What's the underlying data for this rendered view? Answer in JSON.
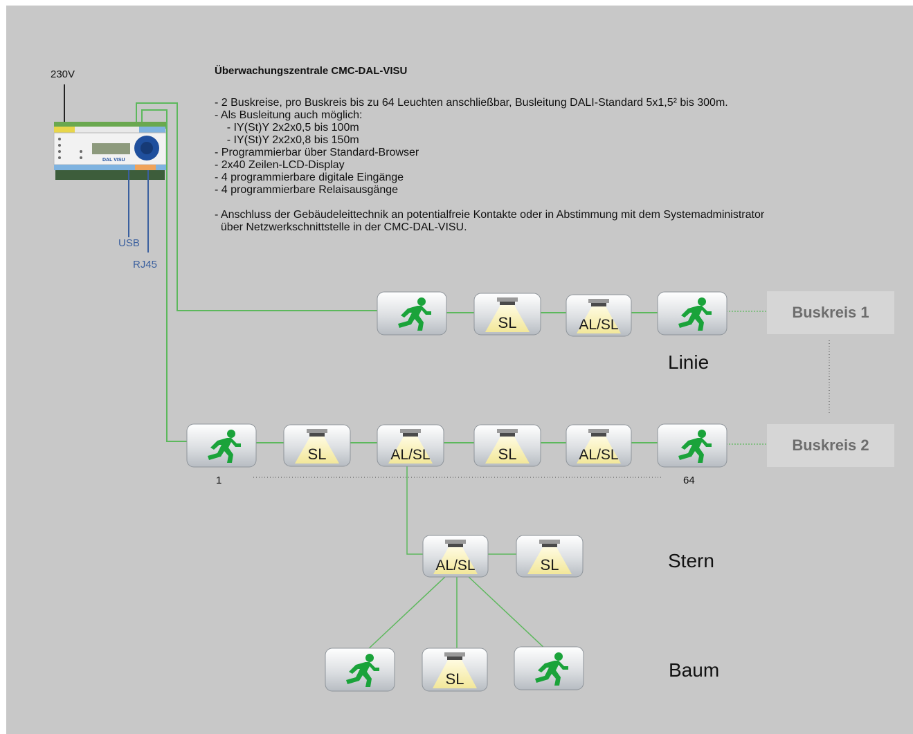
{
  "controller": {
    "power_label": "230V",
    "usb_label": "USB",
    "rj45_label": "RJ45",
    "device_label": "DAL VISU"
  },
  "info": {
    "title": "Überwachungszentrale CMC-DAL-VISU",
    "lines": [
      "- 2 Buskreise, pro Buskreis bis zu 64 Leuchten anschließbar, Busleitung DALI-Standard 5x1,5² bis 300m.",
      "- Als Busleitung auch möglich:",
      "    - IY(St)Y 2x2x0,5 bis 100m",
      "    - IY(St)Y 2x2x0,8 bis 150m",
      "- Programmierbar über Standard-Browser",
      "- 2x40 Zeilen-LCD-Display",
      "- 4 programmierbare digitale Eingänge",
      "- 4 programmierbare Relaisausgänge",
      "",
      "- Anschluss der Gebäudeleittechnik an potentialfreie Kontakte oder in Abstimmung mit dem Systemadministrator",
      "  über Netzwerkschnittstelle in der CMC-DAL-VISU."
    ]
  },
  "buskreis_1": {
    "label": "Buskreis 1"
  },
  "buskreis_2": {
    "label": "Buskreis 2"
  },
  "topology": {
    "linie": "Linie",
    "stern": "Stern",
    "baum": "Baum"
  },
  "range": {
    "start": "1",
    "end": "64"
  },
  "luminaire_labels": {
    "sl": "SL",
    "alsl": "AL/SL"
  },
  "colors": {
    "background": "#c8c8c8",
    "bus_line": "#5cb85c",
    "runner": "#1aa33a",
    "label_blue": "#3a5f9e",
    "buskreis_box": "#d6d6d6"
  }
}
